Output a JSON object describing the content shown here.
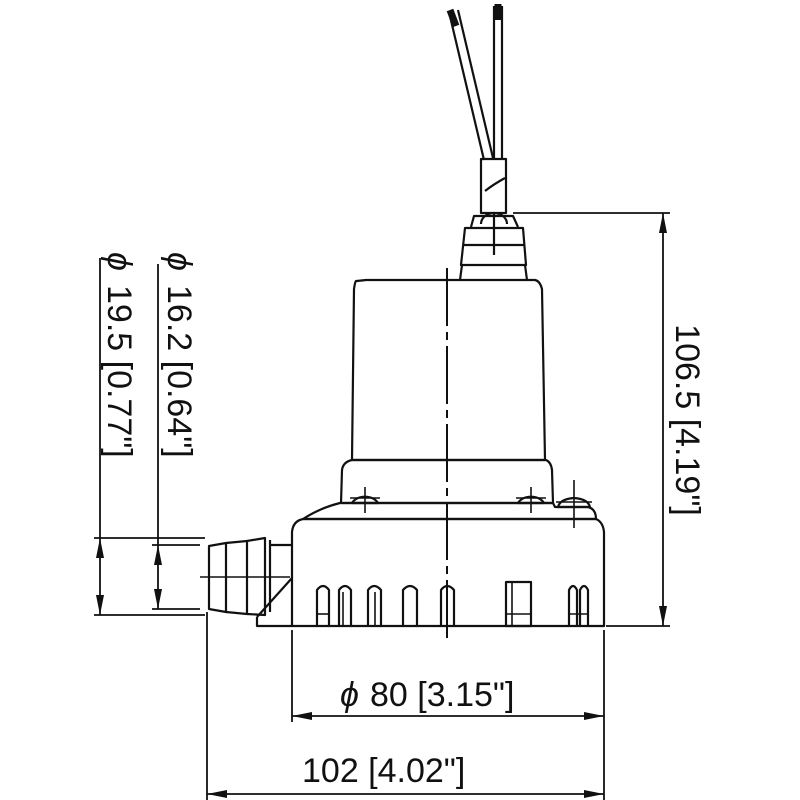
{
  "drawing": {
    "subject": "submersible bilge pump side elevation",
    "colors": {
      "line": "#111111",
      "background": "#ffffff"
    },
    "dimensions": {
      "height": {
        "label": "106.5 [4.19\"]",
        "mm": 106.5,
        "in": 4.19
      },
      "body_diameter": {
        "symbol": "ϕ",
        "label": "80 [3.15\"]",
        "mm": 80,
        "in": 3.15
      },
      "overall_width": {
        "label": "102 [4.02\"]",
        "mm": 102,
        "in": 4.02
      },
      "outlet_inner_diameter": {
        "symbol": "ϕ",
        "label": "16.2 [0.64\"]",
        "mm": 16.2,
        "in": 0.64
      },
      "outlet_outer_diameter": {
        "symbol": "ϕ",
        "label": "19.5 [0.77\"]",
        "mm": 19.5,
        "in": 0.77
      }
    }
  }
}
